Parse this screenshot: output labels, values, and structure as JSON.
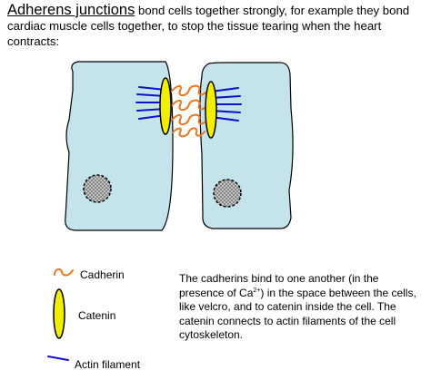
{
  "header": {
    "term": "Adherens junctions",
    "rest": " bond cells together strongly, for example they bond cardiac muscle cells together, to stop the tissue tearing when the heart contracts:"
  },
  "legend": {
    "cadherin": "Cadherin",
    "catenin": "Catenin",
    "actin": "Actin filament"
  },
  "explanation": {
    "part1": "The cadherins bind to one another (in the presence of Ca",
    "superscript": "2+",
    "part2": ") in the space between the cells, like velcro, and to catenin inside the cell. The catenin connects to actin filaments of the cell cytoskeleton."
  },
  "colors": {
    "cell_fill": "#c5e3ea",
    "cadherin": "#e87722",
    "catenin": "#f2ee00",
    "actin": "#1010cc",
    "nucleus_fill": "#8c8c8c"
  }
}
